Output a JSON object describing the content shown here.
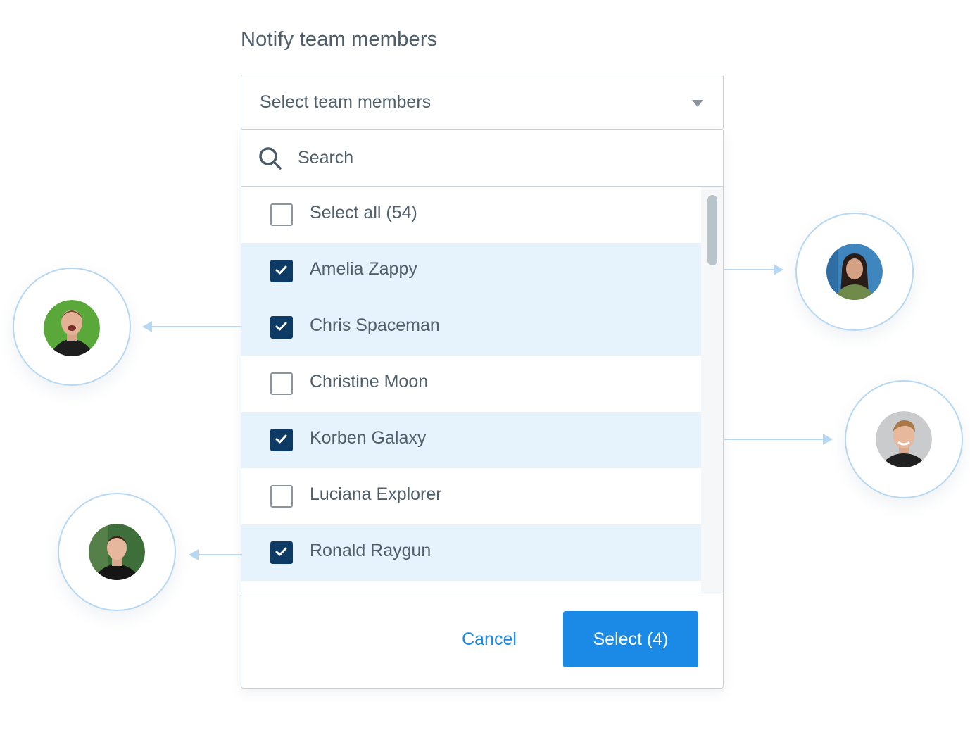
{
  "field_label": "Notify team members",
  "select": {
    "placeholder": "Select team members"
  },
  "search": {
    "placeholder": "Search"
  },
  "list": {
    "select_all_label": "Select all (54)",
    "select_all_checked": false,
    "members": [
      {
        "name": "Amelia Zappy",
        "checked": true
      },
      {
        "name": "Chris Spaceman",
        "checked": true
      },
      {
        "name": "Christine Moon",
        "checked": false
      },
      {
        "name": "Korben Galaxy",
        "checked": true
      },
      {
        "name": "Luciana Explorer",
        "checked": false
      },
      {
        "name": "Ronald Raygun",
        "checked": true
      }
    ]
  },
  "footer": {
    "cancel_label": "Cancel",
    "select_label": "Select (4)"
  },
  "colors": {
    "accent": "#1a8ae6",
    "checkbox_checked": "#0d3b66",
    "row_selected": "#e6f2fc",
    "connector": "#b6d8f2"
  },
  "icons": [
    "search-icon",
    "chevron-down-icon",
    "checkmark-icon"
  ]
}
